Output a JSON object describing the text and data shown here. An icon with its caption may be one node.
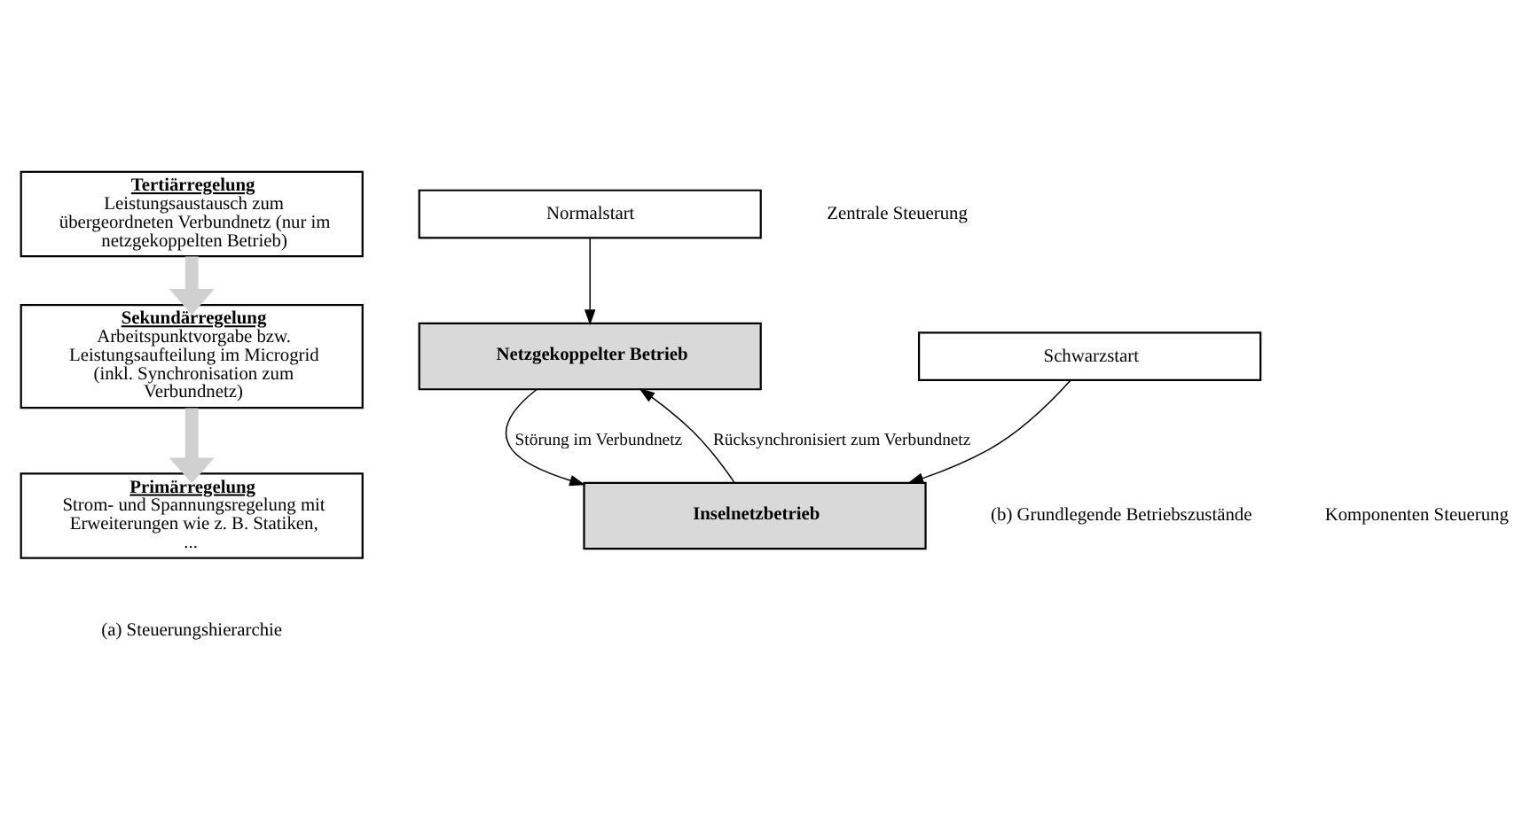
{
  "diagram": {
    "nodes": [
      {
        "text": [
          "Tertiärregelung",
          "Leistungsaustausch zum übergeordneten Verbundnetz (nur im netzgekoppelten Betrieb)"
        ]
      },
      {
        "text": [
          "Sekundärregelung",
          "Arbeitspunktvorgabe bzw. Leistungsaufteilung im Microgrid (inkl. Synchronisation zum Verbundnetz)"
        ]
      },
      {
        "text": [
          "Primärregelung",
          "Strom- und Spannungsregelung mit Erweiterungen wie z. B. Statiken, ..."
        ]
      },
      {
        "text": [
          "Normalstart"
        ]
      },
      {
        "text": [
          "Netzgekoppelter Betrieb"
        ]
      },
      {
        "text": [
          "Inselnetzbetrieb"
        ]
      },
      {
        "text": [
          "Schwarzstart"
        ]
      }
    ],
    "edges": [
      {
        "from": 0,
        "to": 1,
        "arrow": "to",
        "style": "thick",
        "color": "#d0d0d0"
      },
      {
        "from": 1,
        "to": 2,
        "arrow": "to",
        "style": "thick",
        "color": "#d0d0d0"
      },
      {
        "from": 3,
        "to": 4,
        "arrow": "to"
      },
      {
        "from": 4,
        "to": 5,
        "arrow": "to",
        "label": "Störung im Verbundnetz"
      },
      {
        "from": 5,
        "to": 4,
        "arrow": "to",
        "label": "Rücksynchronisiert zum Verbundnetz"
      },
      {
        "from": 6,
        "to": 5,
        "arrow": "to"
      }
    ],
    "labels": [
      "Zentrale Steuerung",
      "Komponenten Steuerung",
      "(a) Steuerungshierarchie",
      "(b) Grundlegende Betriebszustände"
    ]
  }
}
